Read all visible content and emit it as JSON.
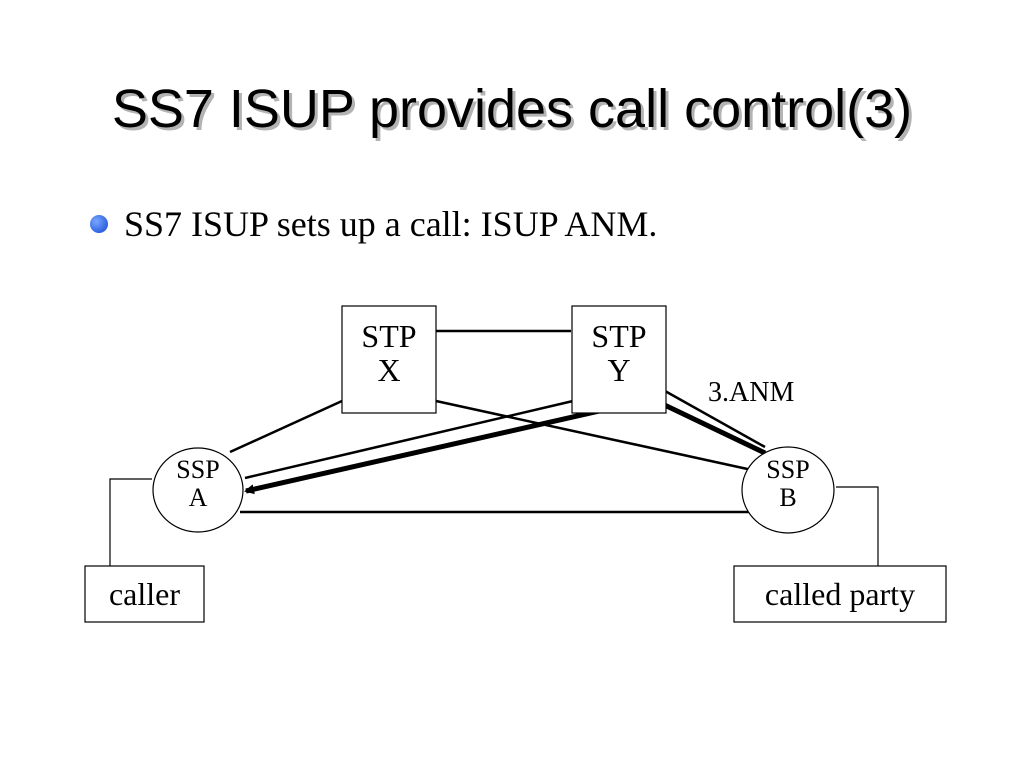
{
  "slide": {
    "title": "SS7 ISUP provides call control(3)",
    "bullet": "SS7 ISUP sets up a call: ISUP ANM."
  },
  "diagram": {
    "stp_x": {
      "line1": "STP",
      "line2": "X"
    },
    "stp_y": {
      "line1": "STP",
      "line2": "Y"
    },
    "ssp_a": {
      "line1": "SSP",
      "line2": "A"
    },
    "ssp_b": {
      "line1": "SSP",
      "line2": "B"
    },
    "caller": "caller",
    "called_party": "called party",
    "message_label": "3.ANM"
  }
}
